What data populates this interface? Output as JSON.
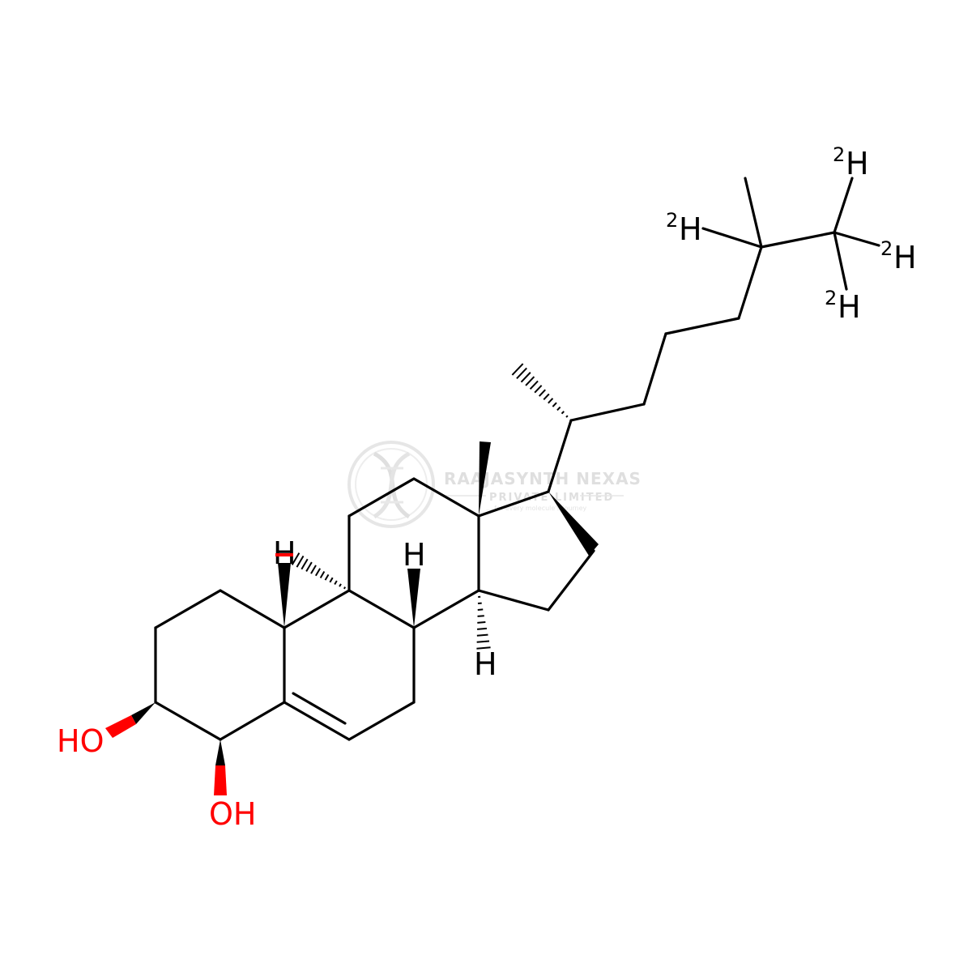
{
  "molecule": {
    "atom_labels": {
      "hydroxyl_3": "HO",
      "hydroxyl_4": "OH",
      "h9": "H",
      "h8": "H",
      "h14": "H",
      "d_on_c25": "H",
      "d_c26_top": "H",
      "d_c26_right": "H",
      "d_c26_bottom": "H"
    },
    "isotope_mass": "2",
    "colors": {
      "bond": "#000000",
      "oxygen": "#ff0000",
      "watermark": "#dcdcdc"
    }
  },
  "watermark": {
    "company": "RAAJASYNTH NEXAS",
    "subtitle": "PRIVATE LIMITED",
    "tagline": "... for every molecule's journey",
    "logo_icon": "dna-helix-leaf-icon"
  }
}
